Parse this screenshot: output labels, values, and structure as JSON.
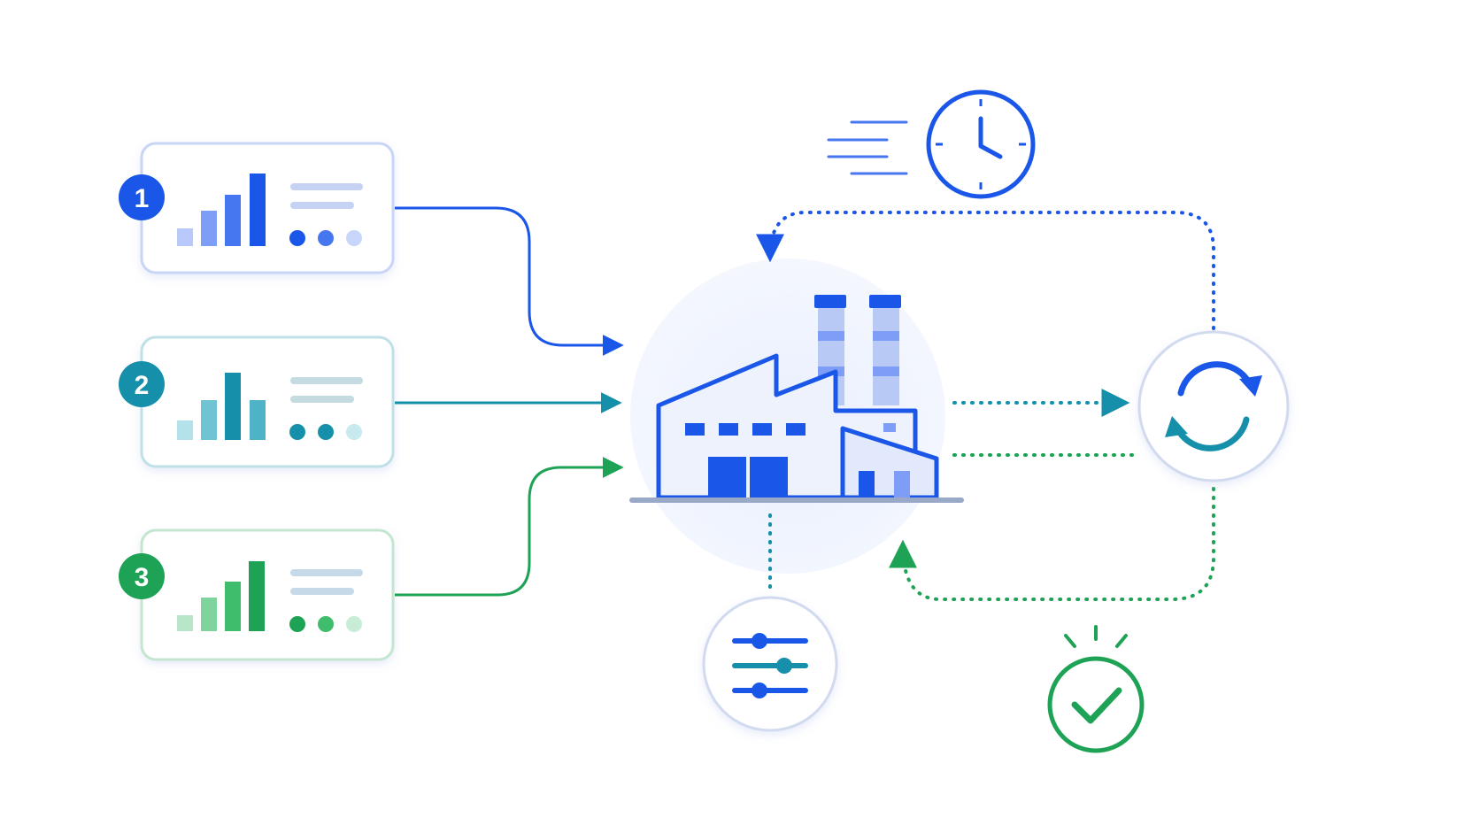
{
  "sources": [
    {
      "number": "1",
      "color": "#1a56e8",
      "bar_shades": [
        "#b9c9fb",
        "#7e9df6",
        "#4677f0",
        "#1a56e8"
      ],
      "dot_shades": [
        "#1a56e8",
        "#4677f0",
        "#c9d6fb"
      ],
      "line_color": "#c6d2f4"
    },
    {
      "number": "2",
      "color": "#168fab",
      "bar_shades": [
        "#b3e2ea",
        "#6fc3d3",
        "#168fab",
        "#4fb3c8"
      ],
      "dot_shades": [
        "#168fab",
        "#168fab",
        "#c7e9ef"
      ],
      "line_color": "#c4dbe2"
    },
    {
      "number": "3",
      "color": "#1ea356",
      "bar_shades": [
        "#b7e6c8",
        "#7fd39d",
        "#3fbd6c",
        "#1ea356"
      ],
      "dot_shades": [
        "#1ea356",
        "#3fbd6c",
        "#c9ecd6"
      ],
      "line_color": "#c6d9e9"
    }
  ],
  "icons": {
    "factory": "factory-icon",
    "clock": "clock-icon",
    "sync": "refresh-cycle-icon",
    "settings": "sliders-icon",
    "approval": "check-circle-icon"
  },
  "colors": {
    "blue": "#1a56e8",
    "teal": "#168fab",
    "green": "#1ea356",
    "card_border_blue": "#c9d5f7",
    "card_border_teal": "#bfe0e6",
    "card_border_green": "#c4e6d1"
  }
}
